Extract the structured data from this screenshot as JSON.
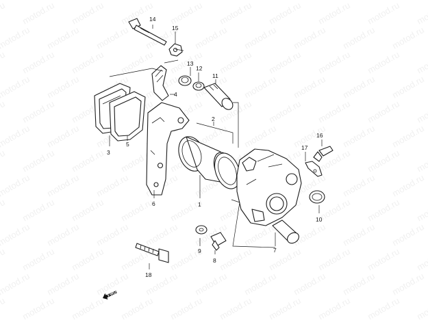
{
  "watermark": "motod.ru",
  "fwd_label": "FWD",
  "callouts": {
    "c1": "1",
    "c2": "2",
    "c3": "3",
    "c4": "4",
    "c5": "5",
    "c6": "6",
    "c7": "7",
    "c8": "8",
    "c9": "9",
    "c10": "10",
    "c11": "11",
    "c12": "12",
    "c13": "13",
    "c14": "14",
    "c15": "15",
    "c16": "16",
    "c17": "17",
    "c18": "18"
  }
}
